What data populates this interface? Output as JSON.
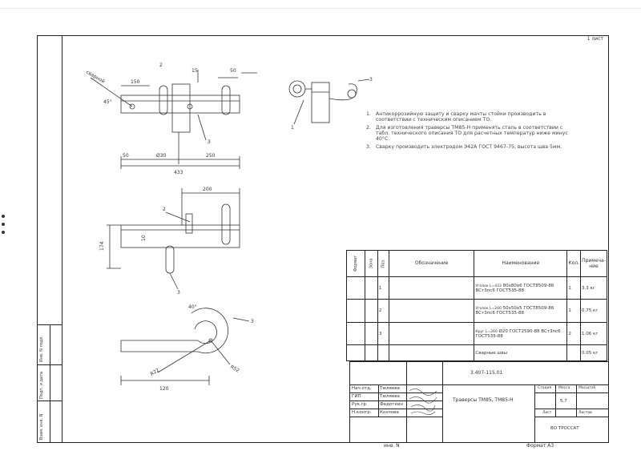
{
  "sheet": {
    "sheet_label": "1 лист",
    "footer_left": "инв. N",
    "footer_right": "Формат А3"
  },
  "left_strip": {
    "boxes": [
      "Инв. N подл.",
      "Подп. и дата",
      "Взам. инв. N"
    ]
  },
  "drawing": {
    "view1": {
      "label_weld": "сварной",
      "label_part2": "2",
      "label_part3": "3",
      "dim_top_150": "150",
      "dim_top_15": "15",
      "dim_top_50": "50",
      "dim_bottom_50": "50",
      "dim_bottom_a": "Ø30",
      "dim_bottom_b": "250",
      "dim_total": "433",
      "weld_angle": "45°"
    },
    "view2": {
      "label_part2": "2",
      "label_part3": "3",
      "dim_top": "200",
      "dim_side_left": "174",
      "dim_side_mid": "10"
    },
    "view3": {
      "label_part1": "1",
      "label_part3": "3"
    },
    "view4": {
      "label_part3": "3",
      "dim_angle": "40°",
      "dim_r1": "R22",
      "dim_r2": "R52",
      "dim_len": "120"
    }
  },
  "notes": [
    {
      "num": "1.",
      "text": "Антикоррозийную защиту и сварку мачты стойки производить в соответствии с техническим описанием ТО."
    },
    {
      "num": "2.",
      "text": "Для изготовления траверсы ТМ85-Н применять сталь в соответствии с табл. технического описания ТО для расчетных температур ниже минус 40°С."
    },
    {
      "num": "3.",
      "text": "Сварку производить электродом Э42А ГОСТ 9467-75, высота шва 5мм."
    }
  ],
  "spec_table": {
    "headers": [
      "Формат",
      "Зона",
      "Поз.",
      "Обозначение",
      "Наименование",
      "Кол.",
      "Примеча-ние"
    ],
    "rows": [
      {
        "pos": "1",
        "pre": "Уголок L=433",
        "name": "80х80х6 ГОСТ8509-86 ВСт3пс6 ГОСТ535-88",
        "qty": "1",
        "note": "3.3 кг"
      },
      {
        "pos": "2",
        "pre": "Уголок L=200",
        "name": "50х50х5 ГОСТ8509-86 ВСт3пс6 ГОСТ535-88",
        "qty": "1",
        "note": "0.75 кг"
      },
      {
        "pos": "3",
        "pre": "Круг L=260",
        "name": "Ø20 ГОСТ2590-88 ВСт3пс6 ГОСТ535-88",
        "qty": "2",
        "note": "1.06 кг"
      },
      {
        "pos": "",
        "pre": "",
        "name": "Сварные швы",
        "qty": "",
        "note": "0.05 кг"
      }
    ]
  },
  "title_block": {
    "doc_number": "3.407-115.01",
    "title": "Траверсы ТМ85, ТМ85-Н",
    "stage_label": "Стадия",
    "mass_label": "Масса",
    "scale_label": "Масштаб",
    "mass_value": "5.7",
    "sheet_label": "Лист",
    "sheets_label": "Листов",
    "org": "ВО ТРОССАТ",
    "signers": [
      {
        "role": "Нач.отд.",
        "name": "Тюляева"
      },
      {
        "role": "ГИП",
        "name": "Тюляева"
      },
      {
        "role": "Рук.гр.",
        "name": "Федоткин"
      },
      {
        "role": "Н.контр.",
        "name": "Козлова"
      }
    ]
  }
}
